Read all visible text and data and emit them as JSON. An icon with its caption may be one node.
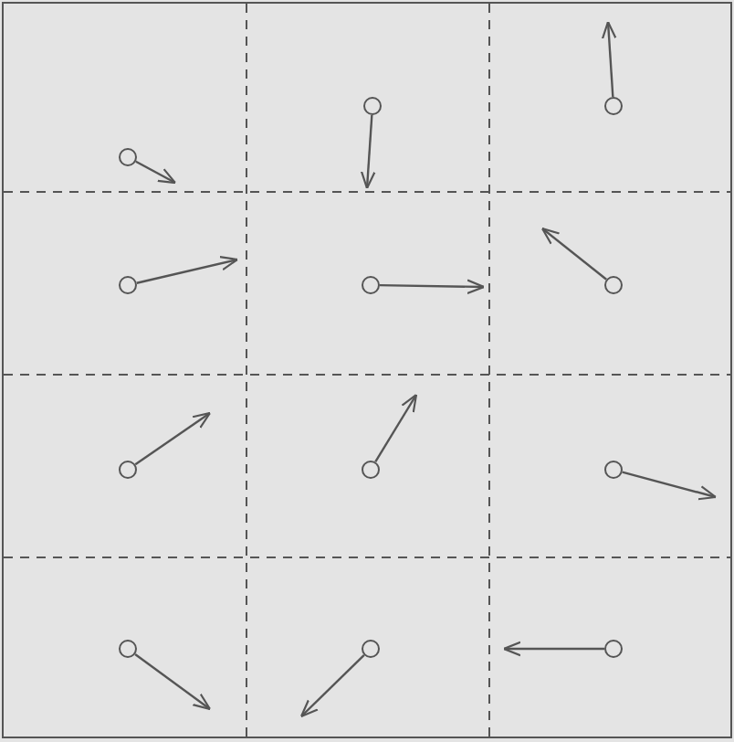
{
  "diagram": {
    "nodes": [
      {
        "text": [],
        "shape": "circle"
      },
      {
        "text": [],
        "shape": "circle"
      },
      {
        "text": [],
        "shape": "circle"
      },
      {
        "text": [],
        "shape": "circle"
      },
      {
        "text": [],
        "shape": "circle"
      },
      {
        "text": [],
        "shape": "circle"
      },
      {
        "text": [],
        "shape": "circle"
      },
      {
        "text": [],
        "shape": "circle"
      },
      {
        "text": [],
        "shape": "circle"
      },
      {
        "text": [],
        "shape": "circle"
      },
      {
        "text": [],
        "shape": "circle"
      },
      {
        "text": [],
        "shape": "circle"
      }
    ],
    "edges": [
      {
        "from": 0,
        "to": null,
        "arrow": "to"
      },
      {
        "from": 1,
        "to": null,
        "arrow": "to"
      },
      {
        "from": 2,
        "to": null,
        "arrow": "to"
      },
      {
        "from": 3,
        "to": null,
        "arrow": "to"
      },
      {
        "from": 4,
        "to": null,
        "arrow": "to"
      },
      {
        "from": 5,
        "to": null,
        "arrow": "to"
      },
      {
        "from": 6,
        "to": null,
        "arrow": "to"
      },
      {
        "from": 7,
        "to": null,
        "arrow": "to"
      },
      {
        "from": 8,
        "to": null,
        "arrow": "to"
      },
      {
        "from": 9,
        "to": null,
        "arrow": "to"
      },
      {
        "from": 10,
        "to": null,
        "arrow": "to"
      },
      {
        "from": 11,
        "to": null,
        "arrow": "to"
      }
    ]
  }
}
